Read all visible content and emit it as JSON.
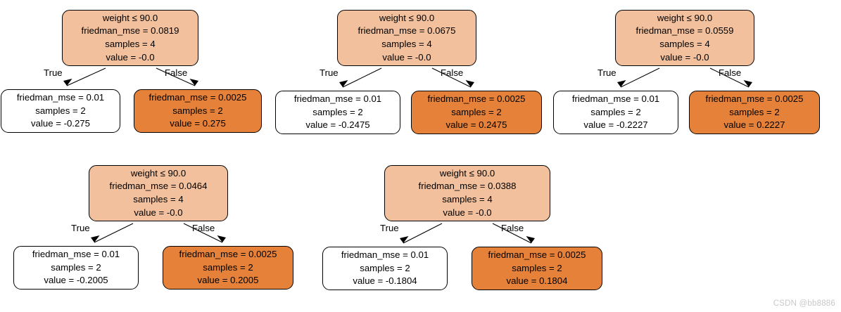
{
  "figure": {
    "kind": "decision-tree-ensemble",
    "background_color": "#ffffff",
    "watermark": "CSDN @bb8886",
    "palette": {
      "internal_node_fill": "#f2c09c",
      "leaf_negative_fill": "#ffffff",
      "leaf_positive_fill": "#e58139",
      "node_border": "#000000",
      "edge_color": "#000000",
      "watermark_color": "#c8c8c8"
    },
    "edge_labels": {
      "true_label": "True",
      "false_label": "False"
    }
  },
  "chart_data": {
    "type": "diagram",
    "title": "",
    "trees": [
      {
        "id": "tree-1",
        "root": {
          "condition": "weight ≤ 90.0",
          "criterion": "friedman_mse = 0.0819",
          "samples": "samples = 4",
          "value": "value = -0.0"
        },
        "left": {
          "criterion": "friedman_mse = 0.01",
          "samples": "samples = 2",
          "value": "value = -0.275"
        },
        "right": {
          "criterion": "friedman_mse = 0.0025",
          "samples": "samples = 2",
          "value": "value = 0.275"
        }
      },
      {
        "id": "tree-2",
        "root": {
          "condition": "weight ≤ 90.0",
          "criterion": "friedman_mse = 0.0675",
          "samples": "samples = 4",
          "value": "value = -0.0"
        },
        "left": {
          "criterion": "friedman_mse = 0.01",
          "samples": "samples = 2",
          "value": "value = -0.2475"
        },
        "right": {
          "criterion": "friedman_mse = 0.0025",
          "samples": "samples = 2",
          "value": "value = 0.2475"
        }
      },
      {
        "id": "tree-3",
        "root": {
          "condition": "weight ≤ 90.0",
          "criterion": "friedman_mse = 0.0559",
          "samples": "samples = 4",
          "value": "value = -0.0"
        },
        "left": {
          "criterion": "friedman_mse = 0.01",
          "samples": "samples = 2",
          "value": "value = -0.2227"
        },
        "right": {
          "criterion": "friedman_mse = 0.0025",
          "samples": "samples = 2",
          "value": "value = 0.2227"
        }
      },
      {
        "id": "tree-4",
        "root": {
          "condition": "weight ≤ 90.0",
          "criterion": "friedman_mse = 0.0464",
          "samples": "samples = 4",
          "value": "value = -0.0"
        },
        "left": {
          "criterion": "friedman_mse = 0.01",
          "samples": "samples = 2",
          "value": "value = -0.2005"
        },
        "right": {
          "criterion": "friedman_mse = 0.0025",
          "samples": "samples = 2",
          "value": "value = 0.2005"
        }
      },
      {
        "id": "tree-5",
        "root": {
          "condition": "weight ≤ 90.0",
          "criterion": "friedman_mse = 0.0388",
          "samples": "samples = 4",
          "value": "value = -0.0"
        },
        "left": {
          "criterion": "friedman_mse = 0.01",
          "samples": "samples = 2",
          "value": "value = -0.1804"
        },
        "right": {
          "criterion": "friedman_mse = 0.0025",
          "samples": "samples = 2",
          "value": "value = 0.1804"
        }
      }
    ]
  }
}
